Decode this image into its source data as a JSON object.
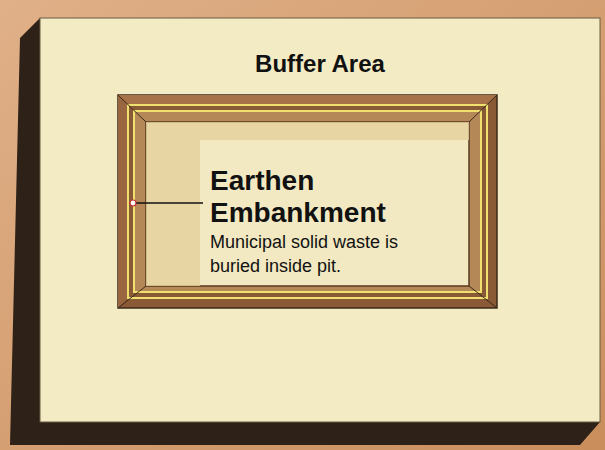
{
  "diagram": {
    "nodes": [
      {
        "text": [
          "Buffer Area"
        ]
      },
      {
        "text": [
          "Earthen Embankment",
          "Municipal solid waste is buried inside pit."
        ],
        "in": 0
      }
    ]
  }
}
